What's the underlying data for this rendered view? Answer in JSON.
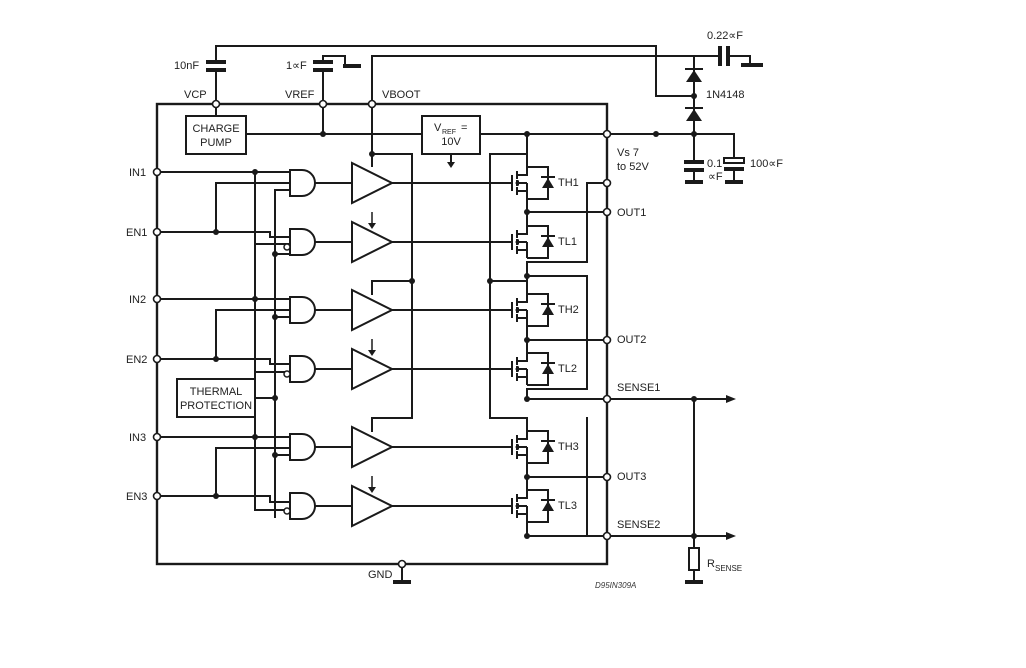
{
  "diagram": {
    "figure_code": "D95IN309A",
    "labels": {
      "cap_vcp": "10nF",
      "cap_vref": "1∝F",
      "cap_boot": "0.22∝F",
      "diode": "1N4148",
      "cap_small": "0.1",
      "cap_small_unit": "∝F",
      "cap_bulk": "100∝F",
      "vcp": "VCP",
      "vref": "VREF",
      "vboot": "VBOOT",
      "charge_pump_l1": "CHARGE",
      "charge_pump_l2": "PUMP",
      "vref_box_main": "V",
      "vref_box_sub": "REF",
      "vref_box_eq": "=",
      "vref_box_val": "10V",
      "vs_l1": "Vs 7",
      "vs_l2": "to 52V",
      "thermal_l1": "THERMAL",
      "thermal_l2": "PROTECTION",
      "gnd": "GND",
      "rsense_main": "R",
      "rsense_sub": "SENSE"
    },
    "inputs": [
      "IN1",
      "EN1",
      "IN2",
      "EN2",
      "IN3",
      "EN3"
    ],
    "outputs": [
      "OUT1",
      "OUT2",
      "SENSE1",
      "OUT3",
      "SENSE2"
    ],
    "transistors": [
      "TH1",
      "TL1",
      "TH2",
      "TL2",
      "TH3",
      "TL3"
    ]
  }
}
